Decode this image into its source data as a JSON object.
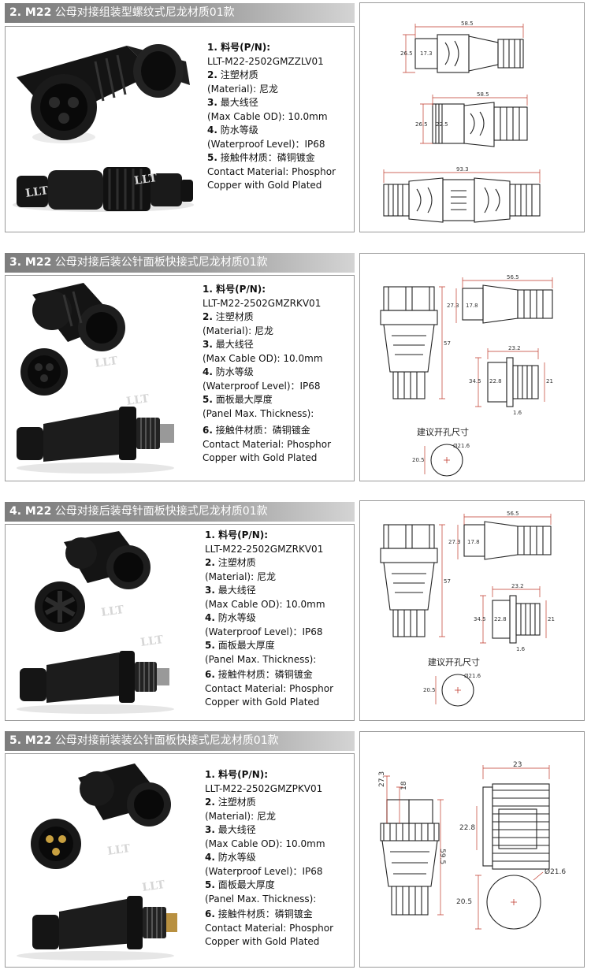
{
  "sections": [
    {
      "num": "2. M22",
      "title": " 公母对接组装型螺纹式尼龙材质01款",
      "specs": [
        {
          "n": "1.",
          "t": " 料号(P/N):",
          "b": true
        },
        {
          "t": "LLT-M22-2502GMZZLV01"
        },
        {
          "n": "2.",
          "t": " 注塑材质"
        },
        {
          "t": "(Material): 尼龙"
        },
        {
          "n": "3.",
          "t": " 最大线径"
        },
        {
          "t": "(Max Cable OD): 10.0mm"
        },
        {
          "n": "4.",
          "t": " 防水等级"
        },
        {
          "t": "(Waterproof Level)：IP68"
        },
        {
          "n": "5.",
          "t": " 接触件材质：磷铜镀金"
        },
        {
          "t": "Contact Material: Phosphor"
        },
        {
          "t": "Copper with Gold Plated"
        }
      ],
      "dims": [
        "58.5",
        "26.5",
        "17.3",
        "58.5",
        "26.5",
        "22.5",
        "93.3"
      ]
    },
    {
      "num": "3. M22",
      "title": " 公母对接后装公针面板快接式尼龙材质01款",
      "specs": [
        {
          "n": "1.",
          "t": " 料号(P/N):",
          "b": true
        },
        {
          "t": "LLT-M22-2502GMZRKV01"
        },
        {
          "n": "2.",
          "t": " 注塑材质"
        },
        {
          "t": "(Material): 尼龙"
        },
        {
          "n": "3.",
          "t": " 最大线径"
        },
        {
          "t": "(Max Cable OD): 10.0mm"
        },
        {
          "n": "4.",
          "t": " 防水等级"
        },
        {
          "t": "(Waterproof Level)：IP68"
        },
        {
          "n": "5.",
          "t": " 面板最大厚度"
        },
        {
          "t": "(Panel Max. Thickness):"
        },
        {
          "n": "6.",
          "t": " 接触件材质：磷铜镀金"
        },
        {
          "t": "Contact Material: Phosphor"
        },
        {
          "t": "Copper with Gold Plated"
        }
      ],
      "dims": [
        "56.5",
        "27.3",
        "17.8",
        "23.2",
        "34.5",
        "22.8",
        "21",
        "1.6",
        "57"
      ],
      "hole_label": "建议开孔尺寸",
      "hole_dia": "Ø21.6",
      "hole_w": "20.5"
    },
    {
      "num": "4. M22",
      "title": " 公母对接后装母针面板快接式尼龙材质01款",
      "specs": [
        {
          "n": "1.",
          "t": " 料号(P/N):",
          "b": true
        },
        {
          "t": "LLT-M22-2502GMZRKV01"
        },
        {
          "n": "2.",
          "t": " 注塑材质"
        },
        {
          "t": "(Material): 尼龙"
        },
        {
          "n": "3.",
          "t": " 最大线径"
        },
        {
          "t": "(Max Cable OD): 10.0mm"
        },
        {
          "n": "4.",
          "t": " 防水等级"
        },
        {
          "t": "(Waterproof Level)：IP68"
        },
        {
          "n": "5.",
          "t": " 面板最大厚度"
        },
        {
          "t": "(Panel Max. Thickness):"
        },
        {
          "n": "6.",
          "t": " 接触件材质：磷铜镀金"
        },
        {
          "t": "Contact Material: Phosphor"
        },
        {
          "t": "Copper with Gold Plated"
        }
      ],
      "dims": [
        "56.5",
        "27.3",
        "17.8",
        "23.2",
        "34.5",
        "22.8",
        "21",
        "1.6",
        "57"
      ],
      "hole_label": "建议开孔尺寸",
      "hole_dia": "Ø21.6",
      "hole_w": "20.5"
    },
    {
      "num": "5. M22",
      "title": " 公母对接前装装公针面板快接式尼龙材质01款",
      "specs": [
        {
          "n": "1.",
          "t": " 料号(P/N):",
          "b": true
        },
        {
          "t": "LLT-M22-2502GMZPKV01"
        },
        {
          "n": "2.",
          "t": " 注塑材质"
        },
        {
          "t": "(Material): 尼龙"
        },
        {
          "n": "3.",
          "t": " 最大线径"
        },
        {
          "t": "(Max Cable OD): 10.0mm"
        },
        {
          "n": "4.",
          "t": " 防水等级"
        },
        {
          "t": "(Waterproof Level)：IP68"
        },
        {
          "n": "5.",
          "t": " 面板最大厚度"
        },
        {
          "t": "(Panel Max. Thickness):"
        },
        {
          "n": "6.",
          "t": " 接触件材质：磷铜镀金"
        },
        {
          "t": "Contact Material: Phosphor"
        },
        {
          "t": "Copper with Gold Plated"
        }
      ],
      "dims": [
        "27.3",
        "18",
        "59.5",
        "23",
        "22.8",
        "Ø21.6",
        "20.5"
      ]
    }
  ],
  "colors": {
    "header_start": "#7d7d7d",
    "header_end": "#d4d4d4",
    "border": "#9a9a9a",
    "dim_red": "#c0392b"
  }
}
